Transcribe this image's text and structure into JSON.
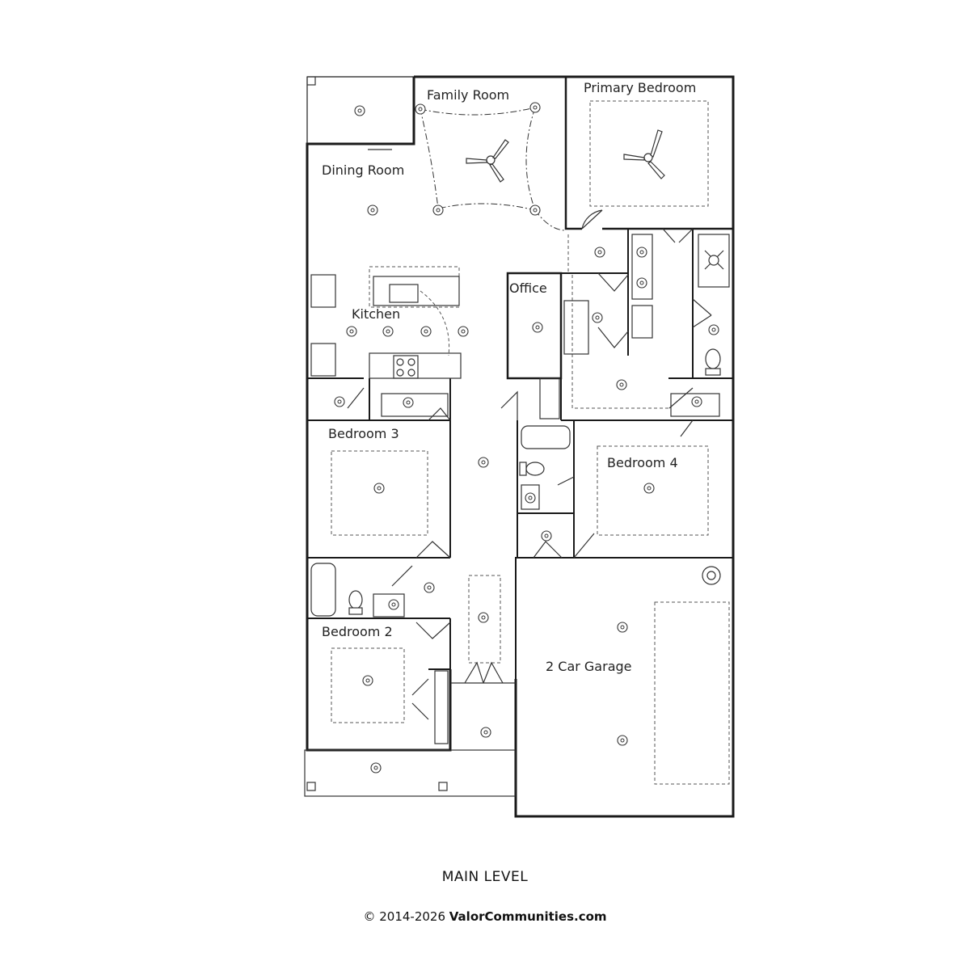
{
  "rooms": {
    "family_room": "Family Room",
    "primary_bedroom": "Primary Bedroom",
    "dining_room": "Dining Room",
    "kitchen": "Kitchen",
    "office": "Office",
    "bedroom_3": "Bedroom 3",
    "bedroom_4": "Bedroom 4",
    "bedroom_2": "Bedroom 2",
    "garage": "2 Car Garage"
  },
  "footer": {
    "level": "MAIN LEVEL",
    "copyright_prefix": "© 2014-2026 ",
    "brand": "ValorCommunities.com"
  },
  "icons": [
    "ceiling-fan-icon",
    "ceiling-light-icon",
    "toilet-icon",
    "bathtub-icon",
    "sink-icon",
    "stove-icon",
    "shower-icon",
    "water-heater-icon",
    "door-swing-icon"
  ]
}
